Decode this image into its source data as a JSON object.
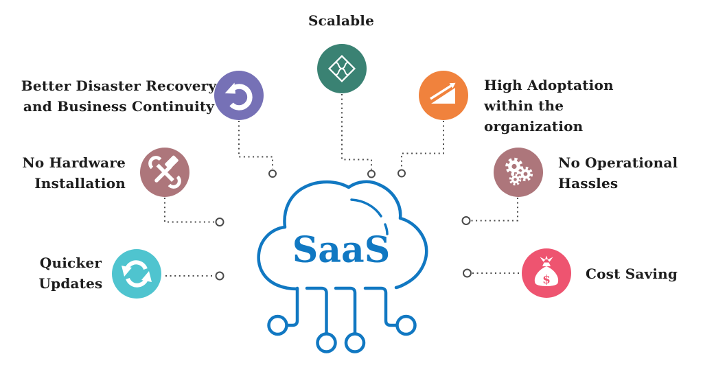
{
  "diagram": {
    "title": "SaaS benefits infographic",
    "connector_color": "#4a4a4a",
    "node_ring_color": "#3f3f3f"
  },
  "cloud": {
    "label": "SaaS",
    "color": "#1178c2"
  },
  "benefits": [
    {
      "name": "scalable",
      "label": "Scalable",
      "color": "#3a8273",
      "icon": "puzzle-icon"
    },
    {
      "name": "disaster-recovery",
      "label": "Better Disaster Recovery\nand Business Continuity",
      "color": "#7671b6",
      "icon": "undo-arrow-icon"
    },
    {
      "name": "high-adoption",
      "label": "High Adoptation\nwithin the organization",
      "color": "#f0823d",
      "icon": "growth-arrow-icon"
    },
    {
      "name": "no-hardware",
      "label": "No Hardware\nInstallation",
      "color": "#ad767b",
      "icon": "tools-icon"
    },
    {
      "name": "no-operational-hassles",
      "label": "No Operational\nHassles",
      "color": "#ad767b",
      "icon": "gears-icon"
    },
    {
      "name": "quicker-updates",
      "label": "Quicker\nUpdates",
      "color": "#4fc4cf",
      "icon": "sync-arrows-icon"
    },
    {
      "name": "cost-saving",
      "label": "Cost Saving",
      "color": "#ee5470",
      "icon": "money-bag-icon",
      "icon_glyph": "$"
    }
  ]
}
